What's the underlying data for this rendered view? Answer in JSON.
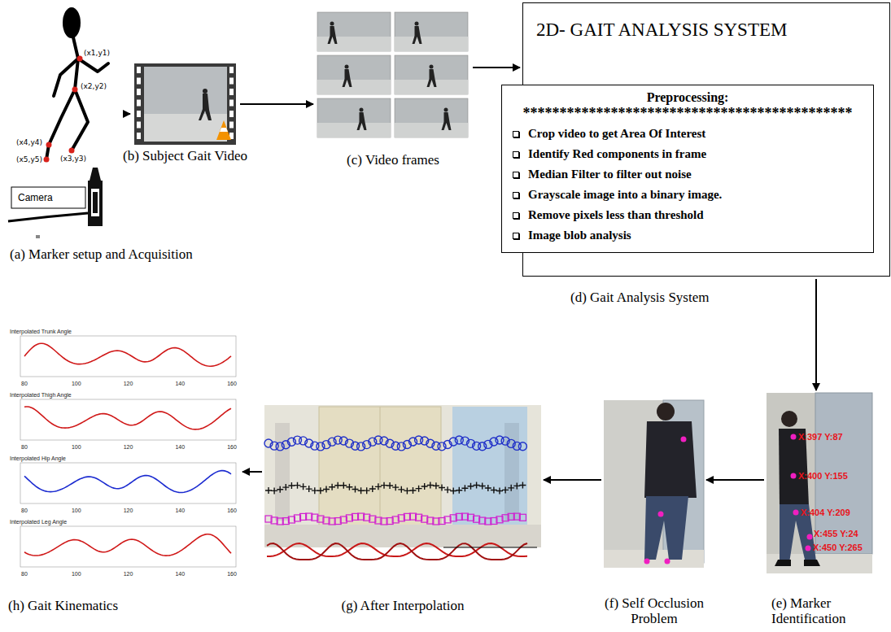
{
  "diagram": {
    "nodes": [
      {
        "text": [
          "(a) Marker setup and Acquisition"
        ]
      },
      {
        "text": [
          "(b) Subject Gait Video"
        ]
      },
      {
        "text": [
          "(c) Video frames"
        ]
      },
      {
        "text": [
          "2D- GAIT ANALYSIS SYSTEM",
          "(d) Gait Analysis System"
        ]
      },
      {
        "text": [
          "Preprocessing:",
          "*********************************************",
          "Crop video to get Area Of Interest",
          "Identify Red components in frame",
          "Median Filter to filter out noise",
          "Grayscale image into a binary image.",
          "Remove pixels less than threshold",
          "Image blob analysis"
        ],
        "in": 3
      },
      {
        "text": [
          "(e) Marker Identification"
        ]
      },
      {
        "text": [
          "(f) Self Occlusion Problem"
        ]
      },
      {
        "text": [
          "(g) After Interpolation"
        ]
      },
      {
        "text": [
          "(h) Gait Kinematics"
        ]
      }
    ],
    "edges": [
      {
        "from": 0,
        "to": 1,
        "arrow": "to"
      },
      {
        "from": 1,
        "to": 2,
        "arrow": "to"
      },
      {
        "from": 2,
        "to": 3,
        "arrow": "to"
      },
      {
        "from": 3,
        "to": 5,
        "arrow": "to"
      },
      {
        "from": 5,
        "to": 6,
        "arrow": "to"
      },
      {
        "from": 6,
        "to": 7,
        "arrow": "to"
      },
      {
        "from": 7,
        "to": 8,
        "arrow": "to"
      }
    ],
    "labels": [
      "(x1,y1)",
      "(x2,y2)",
      "(x4,y4)",
      "(x5,y5)",
      "(x3,y3)",
      "Camera",
      "X:397 Y:87",
      "X:400 Y:155",
      "X:404 Y:209",
      "X:455 Y:24",
      "X:450 Y:265",
      "Interpolated Trunk Angle",
      "80",
      "100",
      "120",
      "140",
      "160",
      "Interpolated Thigh Angle",
      "80",
      "100",
      "120",
      "140",
      "160",
      "Interpolated Hip Angle",
      "80",
      "100",
      "120",
      "140",
      "160",
      "Interpolated Leg Angle",
      "80",
      "100",
      "120",
      "140",
      "160"
    ]
  }
}
